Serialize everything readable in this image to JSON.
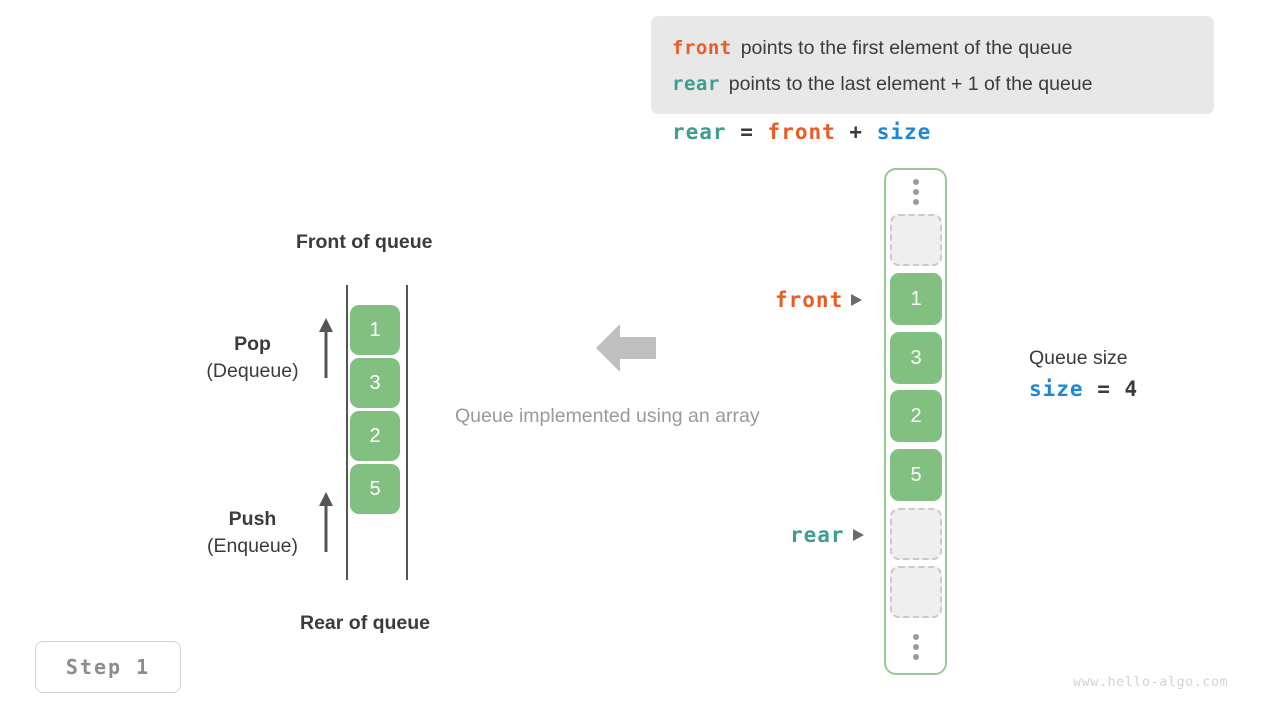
{
  "info": {
    "line1": {
      "keyword": "front",
      "text": "points to the first element of the queue"
    },
    "line2": {
      "keyword": "rear",
      "text": "points to the last element + 1 of the queue"
    }
  },
  "formula": {
    "lhs": "rear",
    "eq": "=",
    "rhs1": "front",
    "plus": "+",
    "rhs2": "size"
  },
  "queue_concept": {
    "front_label": "Front of queue",
    "rear_label": "Rear of queue",
    "items": [
      "1",
      "3",
      "2",
      "5"
    ],
    "pop": {
      "title": "Pop",
      "sub": "(Dequeue)"
    },
    "push": {
      "title": "Push",
      "sub": "(Enqueue)"
    }
  },
  "middle": {
    "caption": "Queue implemented using an array",
    "arrow": "left-arrow-icon"
  },
  "array": {
    "top_ellipsis": "vertical-ellipsis",
    "bottom_ellipsis": "vertical-ellipsis",
    "slots": [
      {
        "value": "",
        "state": "empty"
      },
      {
        "value": "1",
        "state": "filled"
      },
      {
        "value": "3",
        "state": "filled"
      },
      {
        "value": "2",
        "state": "filled"
      },
      {
        "value": "5",
        "state": "filled"
      },
      {
        "value": "",
        "state": "empty"
      },
      {
        "value": "",
        "state": "empty"
      }
    ],
    "pointers": {
      "front": "front",
      "rear": "rear"
    }
  },
  "size_info": {
    "title": "Queue size",
    "name": "size",
    "eq": "=",
    "value": "4"
  },
  "step": {
    "label": "Step 1"
  },
  "watermark": {
    "text": "www.hello-algo.com"
  },
  "colors": {
    "front": "#ec5b21",
    "rear": "#3e9e8e",
    "size": "#1e88d4",
    "element": "#81c081",
    "empty": "#efefef",
    "frame": "#94ca94",
    "muted": "#9a9a9a"
  }
}
